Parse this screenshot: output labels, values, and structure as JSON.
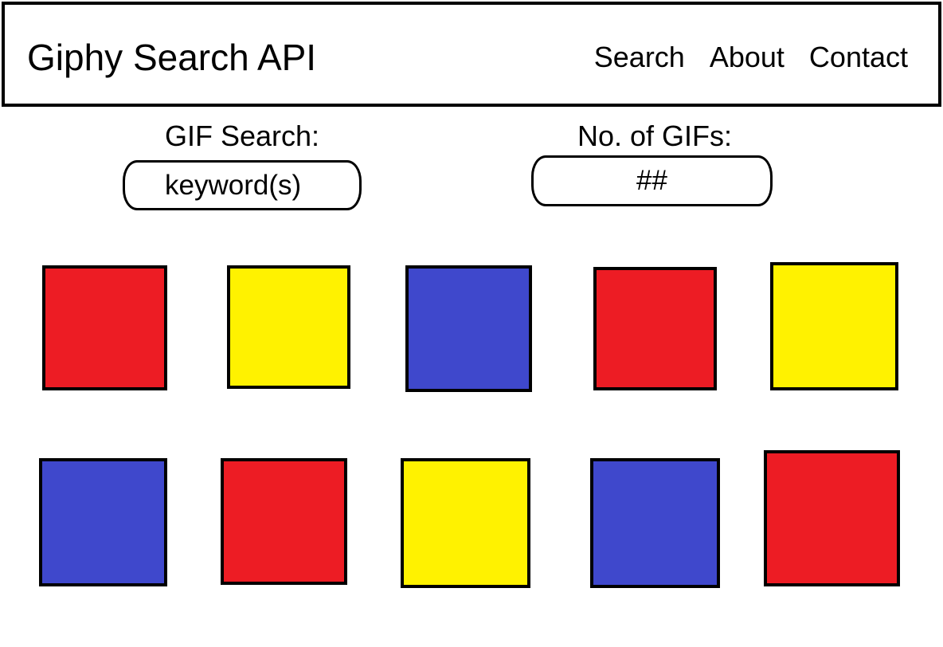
{
  "header": {
    "title": "Giphy Search API",
    "nav": [
      "Search",
      "About",
      "Contact"
    ]
  },
  "search": {
    "keyword_label": "GIF Search:",
    "keyword_placeholder": "keyword(s)",
    "count_label": "No. of GIFs:",
    "count_placeholder": "##"
  },
  "colors": {
    "red": "#ed1c24",
    "yellow": "#fff200",
    "blue": "#3f48cc"
  },
  "gif_grid": {
    "rows": [
      [
        "red",
        "yellow",
        "blue",
        "red",
        "yellow"
      ],
      [
        "blue",
        "red",
        "yellow",
        "blue",
        "red"
      ]
    ]
  }
}
